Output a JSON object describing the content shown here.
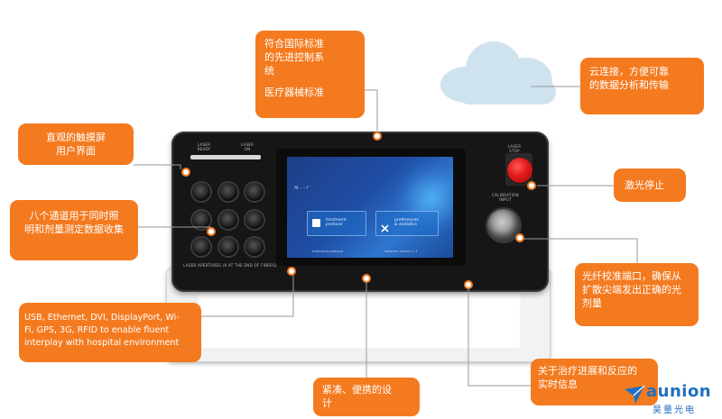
{
  "panel": {
    "laser_ready": "LASER\nREADY",
    "laser_on": "LASER\nON",
    "laser_stop": "LASER\nSTOP",
    "calibration_input": "CALIBRATION\nINPUT",
    "aperture_label": "LASER APERTURES (6 AT THE END OF FIBERS)"
  },
  "screen": {
    "brand_line": "aj...  ...r",
    "treatment_btn": "treatment\nprotocol",
    "preferences_btn": "preferences\n& statistics",
    "footer_left": "treatment protocol",
    "footer_right": "software version  1.1"
  },
  "callouts": {
    "standards_1": "符合国际标准\n的先进控制系\n统",
    "standards_2": "医疗器械标准",
    "cloud": "云连接，方便可靠\n的数据分析和传输",
    "touchscreen": "直观的触摸屏\n用户界面",
    "laser_stop": "激光停止",
    "channels": "八个通道用于同时照\n明和剂量测定数据收集",
    "calibration": "光纤校准端口，确保从\n扩散尖端发出正确的光\n剂量",
    "connectivity": "USB, Ethernet, DVI, DisplayPort, Wi-\nFi, GPS, 3G, RFID to enable fluent\ninterplay with hospital environment",
    "compact": "紧凑、便携的设\n计",
    "progress": "关于治疗进展和反应的\n实时信息"
  },
  "logo": {
    "name": "aunion",
    "subtitle": "昊量光电"
  },
  "colors": {
    "callout": "#f47a1f",
    "device_body": "#161616",
    "logo": "#1f6fc2"
  }
}
